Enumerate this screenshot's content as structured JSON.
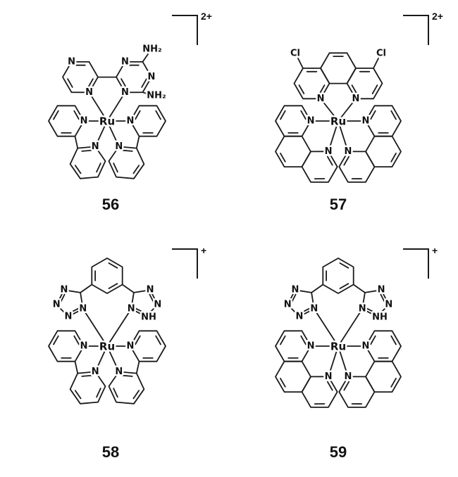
{
  "figure": {
    "background": "#ffffff",
    "bond_color": "#1a1a1a",
    "atom_labels": {
      "ru": "Ru",
      "n": "N",
      "nh": "NH",
      "nh2": "NH₂",
      "cl": "Cl"
    },
    "compounds": [
      {
        "number": "56",
        "charge": "2+"
      },
      {
        "number": "57",
        "charge": "2+"
      },
      {
        "number": "58",
        "charge": "+"
      },
      {
        "number": "59",
        "charge": "+"
      }
    ]
  }
}
